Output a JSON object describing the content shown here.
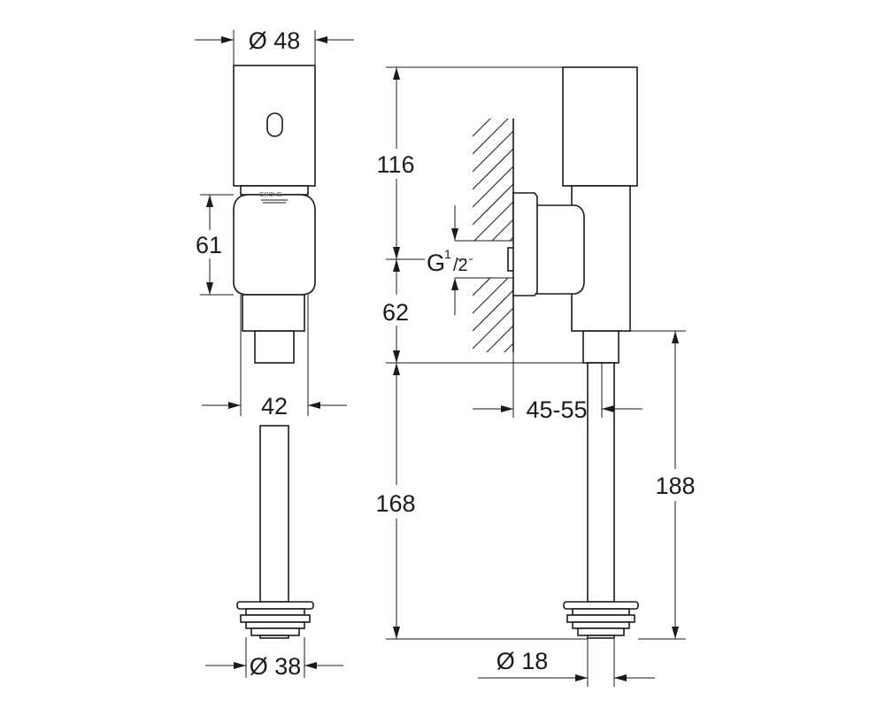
{
  "drawing": {
    "brand_mark": "GROHE",
    "dimensions": {
      "top_diameter": "Ø 48",
      "height_61": "61",
      "width_42": "42",
      "bottom_diameter_38": "Ø 38",
      "height_116": "116",
      "height_62": "62",
      "thread_letter": "G",
      "thread_num": "1",
      "thread_den": "/2",
      "offset_range": "45-55",
      "height_168": "168",
      "height_188": "188",
      "pipe_diameter_18": "Ø 18"
    }
  }
}
